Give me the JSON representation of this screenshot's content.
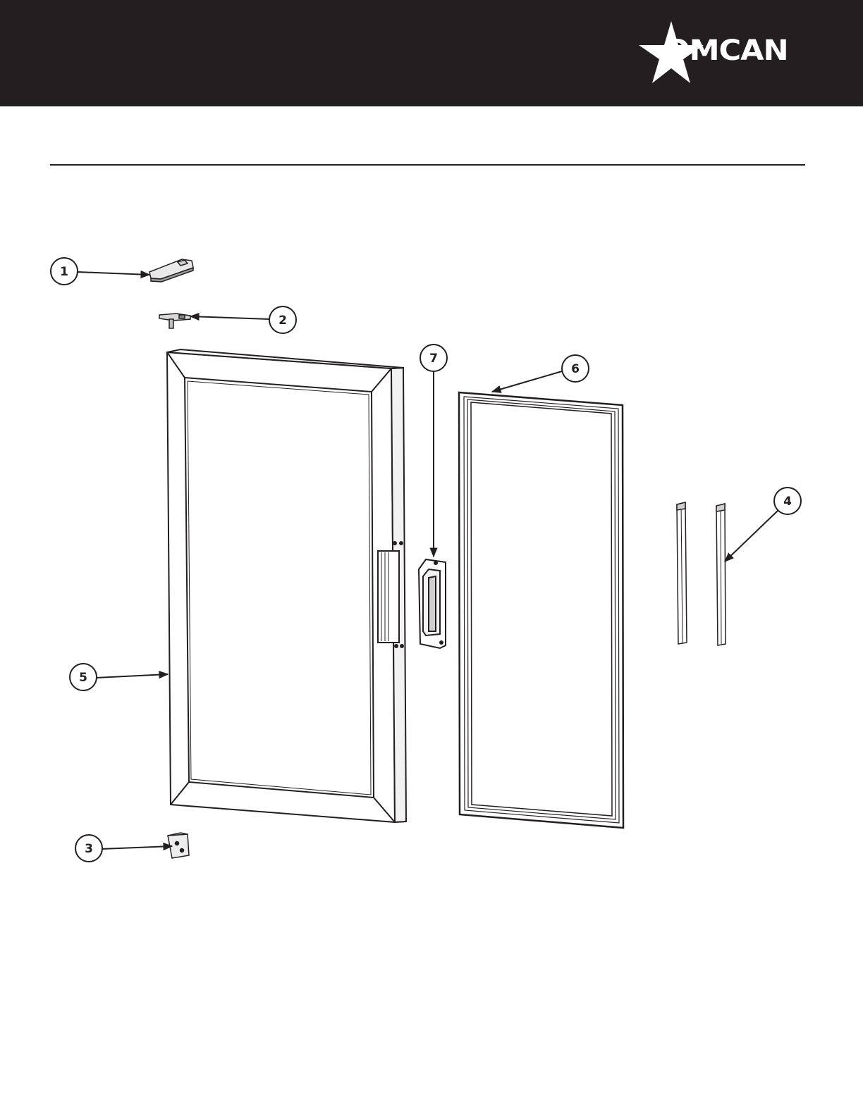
{
  "brand": {
    "name": "OMCAN",
    "header_color": "#231f20"
  },
  "diagram": {
    "type": "exploded-parts-view",
    "callouts": [
      {
        "id": "1",
        "label": "1"
      },
      {
        "id": "2",
        "label": "2"
      },
      {
        "id": "3",
        "label": "3"
      },
      {
        "id": "4",
        "label": "4"
      },
      {
        "id": "5",
        "label": "5"
      },
      {
        "id": "6",
        "label": "6"
      },
      {
        "id": "7",
        "label": "7"
      }
    ]
  }
}
